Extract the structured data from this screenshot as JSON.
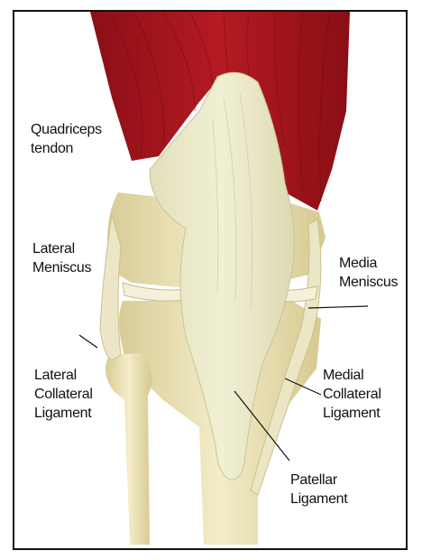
{
  "labels": {
    "quadriceps": {
      "line1": "Quadriceps",
      "line2": "tendon"
    },
    "lateral_meniscus": {
      "line1": "Lateral",
      "line2": "Meniscus"
    },
    "media_meniscus": {
      "line1": "Media",
      "line2": "Meniscus"
    },
    "lateral_collateral": {
      "line1": "Lateral",
      "line2": "Collateral",
      "line3": "Ligament"
    },
    "medial_collateral": {
      "line1": "Medial",
      "line2": "Collateral",
      "line3": "Ligament"
    },
    "patellar": {
      "line1": "Patellar",
      "line2": "Ligament"
    }
  },
  "colors": {
    "muscle": "#a8141c",
    "muscle_dark": "#7e0c12",
    "tendon": "#ecebc8",
    "bone": "#efe6bd",
    "bone_shadow": "#d9cd98",
    "frame": "#111111"
  }
}
